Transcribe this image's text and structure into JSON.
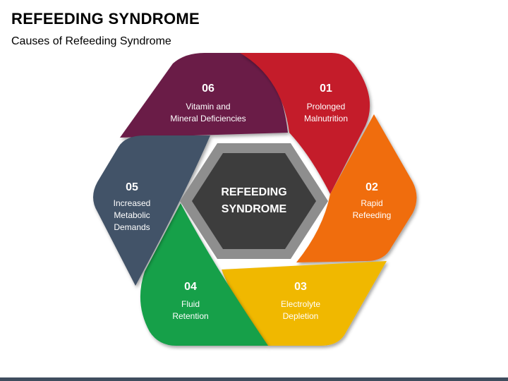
{
  "header": {
    "title": "REFEEDING SYNDROME",
    "subtitle": "Causes of Refeeding Syndrome"
  },
  "center": {
    "line1": "REFEEDING",
    "line2": "SYNDROME"
  },
  "segments": [
    {
      "number": "01",
      "line1": "Prolonged",
      "line2": "Malnutrition",
      "line3": "",
      "color": "#c41a2a"
    },
    {
      "number": "02",
      "line1": "Rapid",
      "line2": "Refeeding",
      "line3": "",
      "color": "#f06d10"
    },
    {
      "number": "03",
      "line1": "Electrolyte",
      "line2": "Depletion",
      "line3": "",
      "color": "#f0b800"
    },
    {
      "number": "04",
      "line1": "Fluid",
      "line2": "Retention",
      "line3": "",
      "color": "#12a04a"
    },
    {
      "number": "05",
      "line1": "Increased",
      "line2": "Metabolic",
      "line3": "Demands",
      "color": "#435368"
    },
    {
      "number": "06",
      "line1": "Vitamin and",
      "line2": "Mineral Deficiencies",
      "line3": "",
      "color": "#6a1a46"
    }
  ]
}
